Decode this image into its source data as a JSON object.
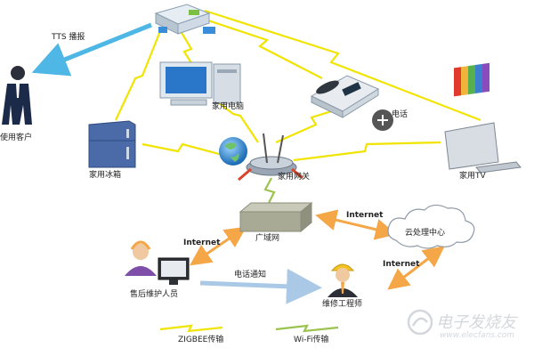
{
  "labels": {
    "tts": "TTS 播报",
    "customer": "使用客户",
    "pc": "家用电脑",
    "phone": "电话",
    "fridge": "家用冰箱",
    "gateway": "家用网关",
    "tv": "家用TV",
    "broadband": "广域网",
    "cloud": "云处理中心",
    "staff": "售后维护人员",
    "engineer": "维修工程师",
    "notify": "电话通知",
    "zigbee": "ZIGBEE传输",
    "wifi": "Wi-Fi传输"
  },
  "internet_labels": [
    "Internet",
    "Internet",
    "Internet"
  ],
  "watermark": {
    "main": "电子发烧友",
    "sub": "www.elecfans.com"
  },
  "colors": {
    "zigbee": "#f0e400",
    "wifi": "#9bc34e",
    "internet_arrow": "#f5a646",
    "tts_arrow": "#4fb7e5",
    "notify_arrow": "#a9c9e6"
  }
}
